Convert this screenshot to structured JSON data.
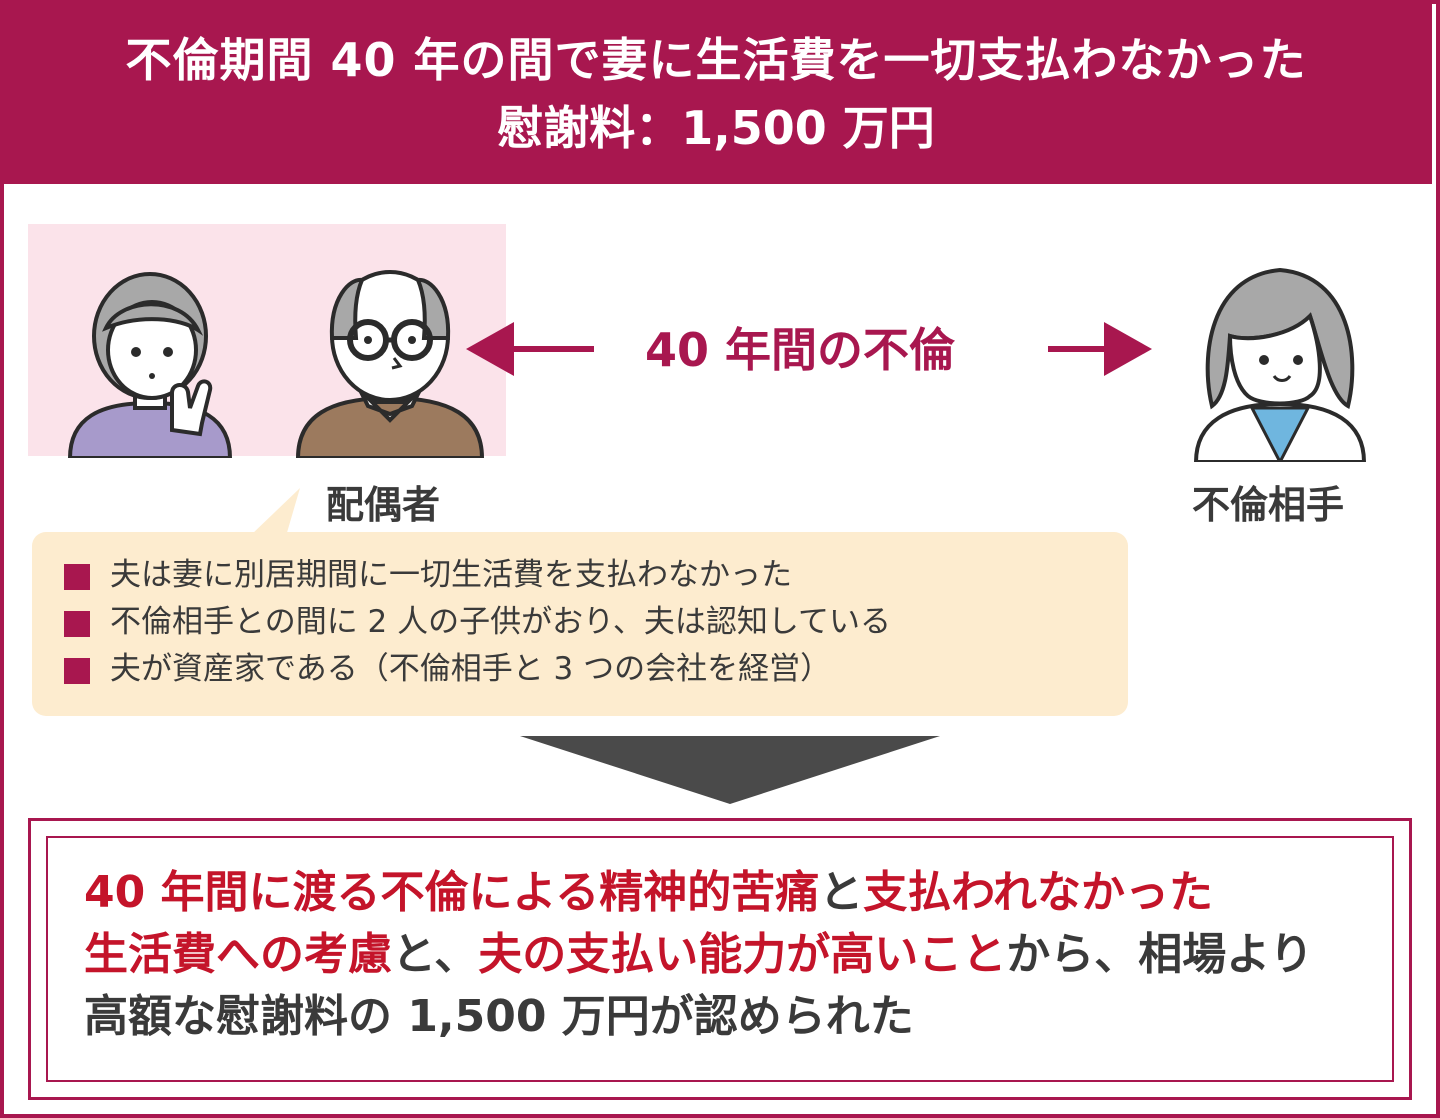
{
  "header": {
    "title_line1": "不倫期間 40 年の間で妻に生活費を一切支払わなかった",
    "title_line2": "慰謝料：1,500 万円"
  },
  "diagram": {
    "spouse_label": "配偶者",
    "partner_label": "不倫相手",
    "relation_label": "40 年間の不倫"
  },
  "facts": [
    "夫は妻に別居期間に一切生活費を支払わなかった",
    "不倫相手との間に 2 人の子供がおり、夫は認知している",
    "夫が資産家である（不倫相手と 3 つの会社を経営）"
  ],
  "result": {
    "segments": [
      {
        "text": "40 年間に渡る不倫による精神的苦痛",
        "highlight": true
      },
      {
        "text": "と",
        "highlight": false
      },
      {
        "text": "支払われなかった",
        "highlight": true
      },
      {
        "text": "生活費への考慮",
        "highlight": true
      },
      {
        "text": "と、",
        "highlight": false
      },
      {
        "text": "夫の支払い能力が高いこと",
        "highlight": true
      },
      {
        "text": "から、相場より",
        "highlight": false
      },
      {
        "text": "高額な慰謝料の 1,500 万円が認められた",
        "highlight": false
      }
    ]
  },
  "colors": {
    "brand": "#a8174f",
    "highlight": "#c4142a",
    "spouse_bg": "#fbe3ea",
    "note_bg": "#fdeccf"
  }
}
